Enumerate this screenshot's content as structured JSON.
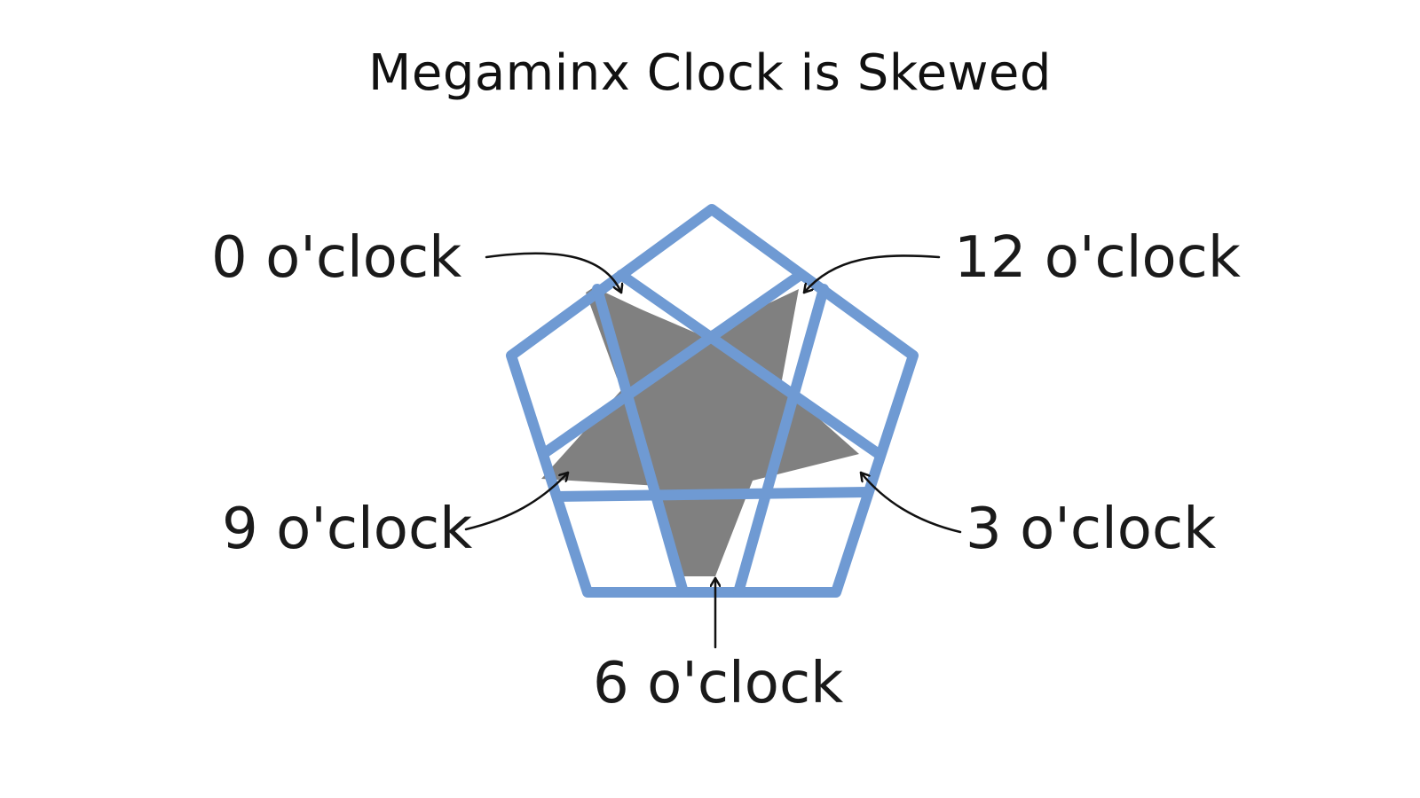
{
  "title": "Megaminx Clock is Skewed",
  "colors": {
    "outline": "#6f9ad3",
    "center_fill": "#808080",
    "text": "#1a1a1a",
    "background": "#ffffff"
  },
  "labels": {
    "zero": "0 o'clock",
    "twelve": "12 o'clock",
    "nine": "9 o'clock",
    "three": "3 o'clock",
    "six": "6 o'clock"
  }
}
